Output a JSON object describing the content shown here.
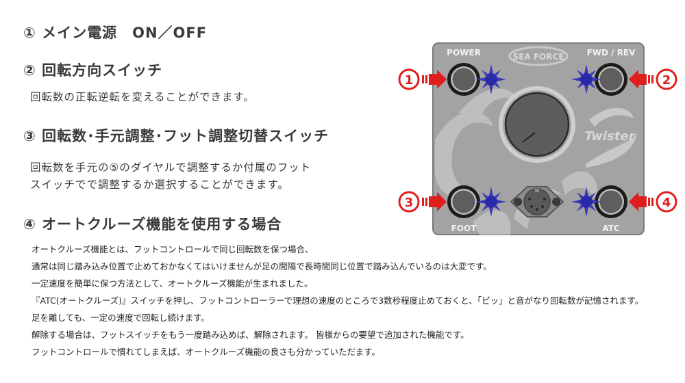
{
  "sections": [
    {
      "heading": "① メイン電源　ON／OFF"
    },
    {
      "heading": "② 回転方向スイッチ",
      "description": [
        "回転数の正転逆転を変えることができます。"
      ]
    },
    {
      "heading": "③ 回転数･手元調整･フット調整切替スイッチ",
      "description": [
        "回転数を手元の⑤のダイヤルで調整するか付属のフット",
        "スイッチでで調整するか選択することができます。"
      ]
    },
    {
      "heading": "④ オートクルーズ機能を使用する場合",
      "body": [
        "オートクルーズ機能とは、フットコントロールで同じ回転数を保つ場合、",
        "通常は同じ踏み込み位置で止めておかなくてはいけませんが足の間隔で長時間同じ位置で踏み込んでいるのは大変です。",
        "一定速度を簡単に保つ方法として、オートクルーズ機能が生まれました。",
        "『ATC(オートクルーズ)』スイッチを押し、フットコントローラーで理想の速度のところで3数秒程度止めておくと、「ピッ」と音がなり回転数が記憶されます。",
        "足を離しても、一定の速度で回転し続けます。",
        "解除する場合は、フットスイッチをもう一度踏み込めば、解除されます。 皆様からの要望で追加された機能です。",
        "フットコントロールで慣れてしまえば、オートクルーズ機能の良さも分かっていただます。"
      ]
    }
  ],
  "panel": {
    "brand": "SEA FORCE",
    "model": "Twister",
    "labels": {
      "power": "POWER",
      "fwd_rev": "FWD / REV",
      "foot": "FOOT",
      "atc": "ATC"
    },
    "callouts": [
      "1",
      "2",
      "3",
      "4"
    ],
    "colors": {
      "panel": "#a3a3a3",
      "callout": "#e01e1e",
      "led": "#2a2aa8",
      "button": "#5e5e5e"
    }
  }
}
